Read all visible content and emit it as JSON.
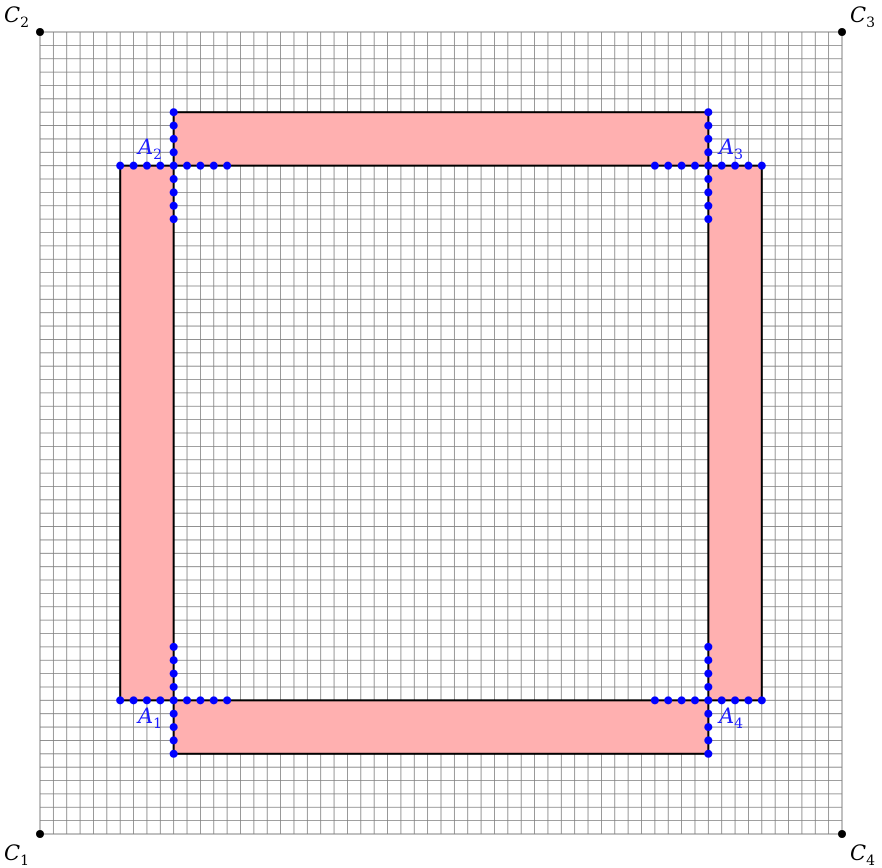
{
  "grid": {
    "cells_per_side": 60,
    "line_color": "#808080",
    "border_color": "#000000"
  },
  "colors": {
    "band_fill": "#ffb0b0",
    "band_stroke": "#000000",
    "dot_blue": "#0000ff",
    "dot_black": "#000000",
    "label_blue": "#1a1aff"
  },
  "corner_labels": [
    {
      "id": "C1",
      "letter": "C",
      "sub": "1"
    },
    {
      "id": "C2",
      "letter": "C",
      "sub": "2"
    },
    {
      "id": "C3",
      "letter": "C",
      "sub": "3"
    },
    {
      "id": "C4",
      "letter": "C",
      "sub": "4"
    }
  ],
  "vertex_labels": [
    {
      "id": "A1",
      "letter": "A",
      "sub": "1"
    },
    {
      "id": "A2",
      "letter": "A",
      "sub": "2"
    },
    {
      "id": "A3",
      "letter": "A",
      "sub": "3"
    },
    {
      "id": "A4",
      "letter": "A",
      "sub": "4"
    }
  ],
  "icons": {
    "corner_point": "filled-black-dot",
    "boundary_point": "filled-blue-dot"
  }
}
